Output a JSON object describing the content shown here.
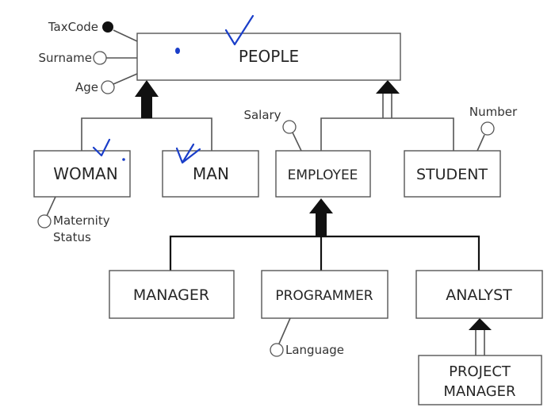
{
  "entities": {
    "people": "PEOPLE",
    "woman": "WOMAN",
    "man": "MAN",
    "employee": "EMPLOYEE",
    "student": "STUDENT",
    "manager": "MANAGER",
    "programmer": "PROGRAMMER",
    "analyst": "ANALYST",
    "project_manager_line1": "PROJECT",
    "project_manager_line2": "MANAGER"
  },
  "attributes": {
    "taxcode": "TaxCode",
    "surname": "Surname",
    "age": "Age",
    "salary": "Salary",
    "number": "Number",
    "maternity_line1": "Maternity",
    "maternity_line2": "Status",
    "language": "Language"
  },
  "colors": {
    "ink": "#262626",
    "line": "#555555",
    "dark_arrow": "#111111",
    "annotation": "#1a3ec9"
  }
}
